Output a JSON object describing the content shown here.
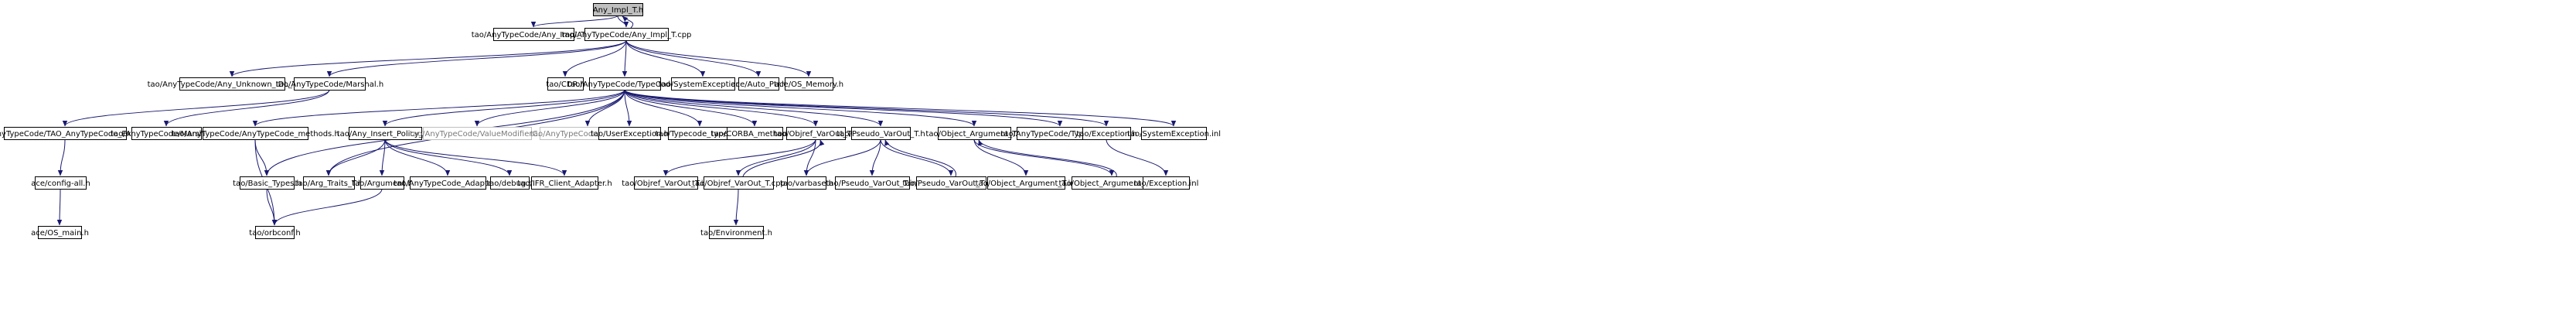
{
  "graph": {
    "title": "",
    "colors": {
      "edge": "#191970",
      "node_border": "#000000",
      "root_fill": "#bfbfbf",
      "ghost_border": "#bfbfbf"
    },
    "nodes": [
      {
        "id": "n0",
        "label": "Any_Impl_T.h"
      },
      {
        "id": "n1",
        "label": "tao/AnyTypeCode/Any_Impl_T.inl"
      },
      {
        "id": "n2",
        "label": "tao/AnyTypeCode/Any_Impl_T.cpp"
      },
      {
        "id": "n3",
        "label": "tao/AnyTypeCode/Any_Unknown_IDL_Type.h"
      },
      {
        "id": "n4",
        "label": "tao/AnyTypeCode/Marshal.h"
      },
      {
        "id": "n5",
        "label": "tao/CDR.h"
      },
      {
        "id": "n6",
        "label": "tao/AnyTypeCode/TypeCode.h"
      },
      {
        "id": "n7",
        "label": "tao/SystemException.h"
      },
      {
        "id": "n8",
        "label": "ace/Auto_Ptr.h"
      },
      {
        "id": "n9",
        "label": "ace/OS_Memory.h"
      },
      {
        "id": "n10",
        "label": "tao/AnyTypeCode/TAO_AnyTypeCode_Export.h"
      },
      {
        "id": "n11",
        "label": "tao/AnyTypeCode/Marshal.inl"
      },
      {
        "id": "n12",
        "label": "tao/AnyTypeCode/AnyTypeCode_methods.h"
      },
      {
        "id": "n13",
        "label": "tao/Any_Insert_Policy_T.h"
      },
      {
        "id": "n14",
        "label": "tao/AnyTypeCode/ValueModifierC.h"
      },
      {
        "id": "n15",
        "label": "tao/AnyTypeCode/VisibilityC.h"
      },
      {
        "id": "n16",
        "label": "tao/UserException.h"
      },
      {
        "id": "n17",
        "label": "tao/Typecode_typesC.h"
      },
      {
        "id": "n18",
        "label": "tao/CORBA_methods.h"
      },
      {
        "id": "n19",
        "label": "tao/Objref_VarOut_T.h"
      },
      {
        "id": "n20",
        "label": "tao/Pseudo_VarOut_T.h"
      },
      {
        "id": "n21",
        "label": "tao/Object_Argument_T.h"
      },
      {
        "id": "n22",
        "label": "tao/AnyTypeCode/TypeCode.inl"
      },
      {
        "id": "n23",
        "label": "tao/Exception.h"
      },
      {
        "id": "n24",
        "label": "tao/SystemException.inl"
      },
      {
        "id": "n25",
        "label": "ace/config-all.h"
      },
      {
        "id": "n26",
        "label": "tao/Basic_Types.h"
      },
      {
        "id": "n27",
        "label": "tao/Arg_Traits_T.h"
      },
      {
        "id": "n28",
        "label": "tao/Argument.h"
      },
      {
        "id": "n29",
        "label": "tao/AnyTypeCode_Adapter.h"
      },
      {
        "id": "n30",
        "label": "tao/debug.h"
      },
      {
        "id": "n31",
        "label": "tao/IFR_Client_Adapter.h"
      },
      {
        "id": "n32",
        "label": "tao/Objref_VarOut_T.inl"
      },
      {
        "id": "n33",
        "label": "tao/Objref_VarOut_T.cpp"
      },
      {
        "id": "n34",
        "label": "tao/varbase.h"
      },
      {
        "id": "n35",
        "label": "tao/Pseudo_VarOut_T.inl"
      },
      {
        "id": "n36",
        "label": "tao/Pseudo_VarOut_T.cpp"
      },
      {
        "id": "n37",
        "label": "tao/Object_Argument_T.inl"
      },
      {
        "id": "n38",
        "label": "tao/Object_Argument_T.cpp"
      },
      {
        "id": "n39",
        "label": "tao/Exception.inl"
      },
      {
        "id": "n40",
        "label": "ace/OS_main.h"
      },
      {
        "id": "n41",
        "label": "tao/orbconf.h"
      },
      {
        "id": "n42",
        "label": "tao/Environment.h"
      }
    ]
  }
}
